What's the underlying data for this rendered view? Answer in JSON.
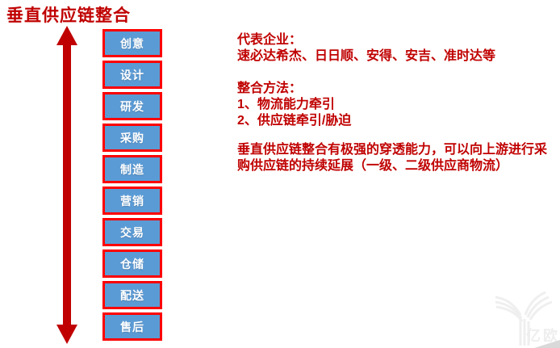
{
  "title": "垂直供应链整合",
  "chain_steps": [
    "创意",
    "设计",
    "研发",
    "采购",
    "制造",
    "营销",
    "交易",
    "仓储",
    "配送",
    "售后"
  ],
  "right_panel": {
    "rep_title": "代表企业：",
    "rep_companies": "速必达希杰、日日顺、安得、安吉、准时达等",
    "methods_title": "整合方法：",
    "methods": [
      "1、物流能力牵引",
      "2、供应链牵引/胁迫"
    ],
    "note_lines": [
      "垂直供应链整合有极强的穿透能力，可以向上游进行采",
      "购供应链的持续延展（一级、二级供应商物流）"
    ]
  },
  "watermark": {
    "text": "亿欧"
  },
  "colors": {
    "text_red": "#C00000",
    "arrow_red": "#C00000",
    "box_border_red": "#FE0000",
    "box_blue": "#5B9BD5",
    "watermark_gray": "#EFEFEF"
  }
}
